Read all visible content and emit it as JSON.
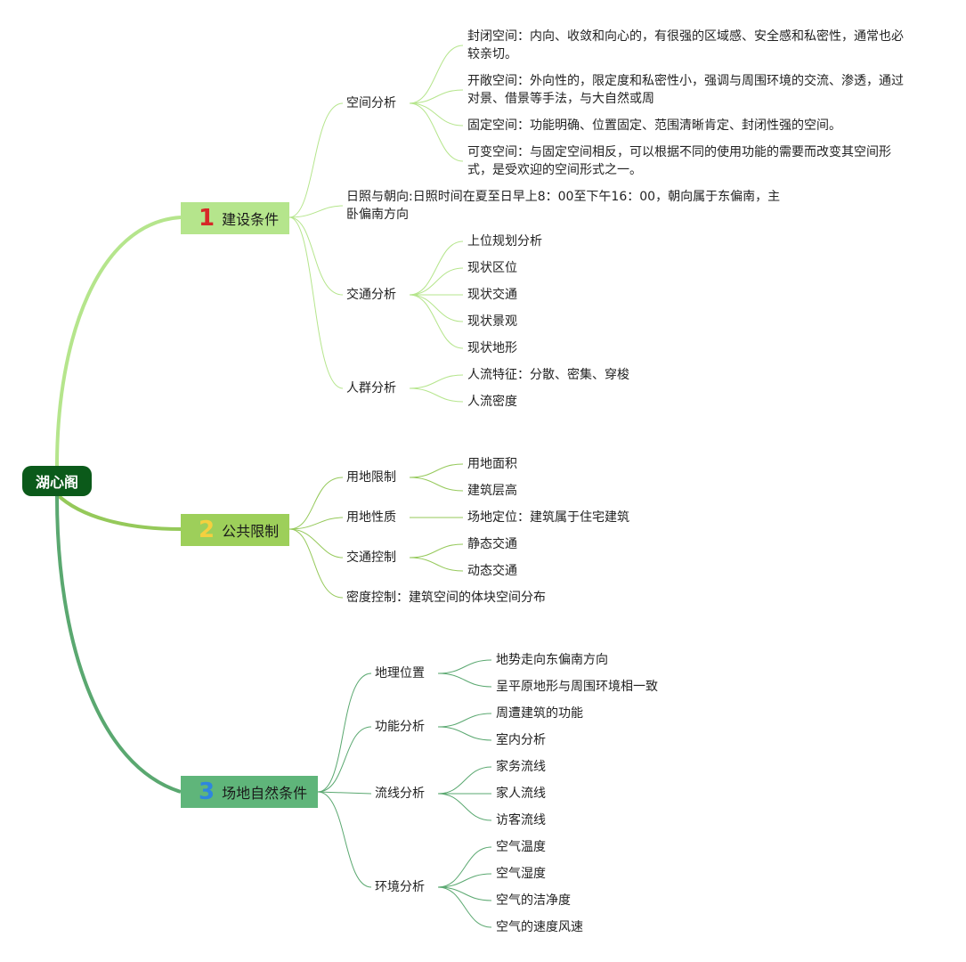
{
  "root": "湖心阁",
  "colors": {
    "root_bg": "#0b5a1a",
    "branch1_bg": "#b5e58c",
    "branch1_num": "#d62828",
    "branch1_line": "#b5e58c",
    "branch2_bg": "#9dcf5a",
    "branch2_num": "#f4d03f",
    "branch2_line": "#95c95a",
    "branch3_bg": "#5fb57a",
    "branch3_num": "#2e86de",
    "branch3_line": "#5aa870"
  },
  "branches": [
    {
      "num": "1",
      "label": "建设条件",
      "children": [
        {
          "label": "空间分析",
          "children": [
            "封闭空间：内向、收敛和向心的，有很强的区域感、安全感和私密性，通常也必较亲切。",
            "开敞空间：外向性的，限定度和私密性小，强调与周围环境的交流、渗透，通过对景、借景等手法，与大自然或周",
            "固定空间：功能明确、位置固定、范围清晰肯定、封闭性强的空间。",
            "可变空间：与固定空间相反，可以根据不同的使用功能的需要而改变其空间形式，是受欢迎的空间形式之一。"
          ]
        },
        {
          "label": "日照与朝向:日照时间在夏至日早上8：00至下午16：00，朝向属于东偏南，主卧偏南方向"
        },
        {
          "label": "交通分析",
          "children": [
            "上位规划分析",
            "现状区位",
            "现状交通",
            "现状景观",
            "现状地形"
          ]
        },
        {
          "label": "人群分析",
          "children": [
            "人流特征：分散、密集、穿梭",
            "人流密度"
          ]
        }
      ]
    },
    {
      "num": "2",
      "label": "公共限制",
      "children": [
        {
          "label": "用地限制",
          "children": [
            "用地面积",
            "建筑层高"
          ]
        },
        {
          "label": "用地性质",
          "children": [
            "场地定位：建筑属于住宅建筑"
          ]
        },
        {
          "label": "交通控制",
          "children": [
            "静态交通",
            "动态交通"
          ]
        },
        {
          "label": "密度控制：建筑空间的体块空间分布"
        }
      ]
    },
    {
      "num": "3",
      "label": "场地自然条件",
      "children": [
        {
          "label": "地理位置",
          "children": [
            "地势走向东偏南方向",
            "呈平原地形与周围环境相一致"
          ]
        },
        {
          "label": "功能分析",
          "children": [
            "周遭建筑的功能",
            "室内分析"
          ]
        },
        {
          "label": "流线分析",
          "children": [
            "家务流线",
            "家人流线",
            "访客流线"
          ]
        },
        {
          "label": "环境分析",
          "children": [
            "空气温度",
            "空气湿度",
            "空气的洁净度",
            "空气的速度风速"
          ]
        }
      ]
    }
  ]
}
